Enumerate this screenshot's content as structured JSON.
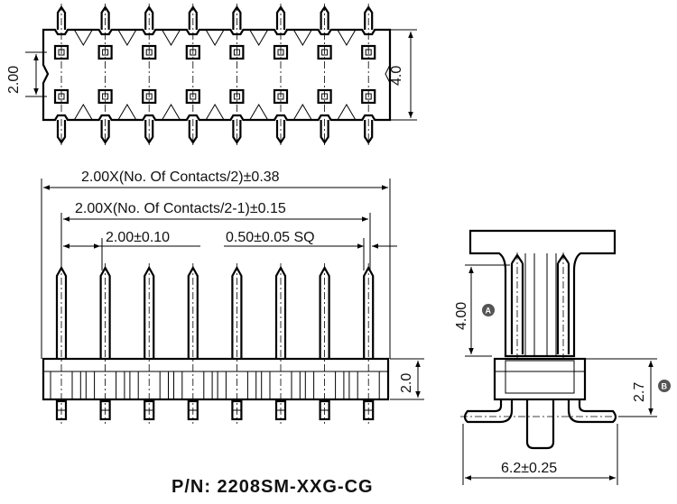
{
  "top_view": {
    "pitch_dim": "2.00",
    "height_dim": "4.0"
  },
  "front_view": {
    "overall_dim": "2.00X(No. Of Contacts/2)±0.38",
    "span_dim": "2.00X(No. Of Contacts/2-1)±0.15",
    "pitch_dim": "2.00±0.10",
    "pin_dim": "0.50±0.05 SQ",
    "body_height_dim": "2.0"
  },
  "side_view": {
    "pin_length_dim": "4.00",
    "pin_length_badge": "A",
    "body_height_dim": "2.7",
    "body_height_badge": "B",
    "width_dim": "6.2±0.25"
  },
  "part_number": "P/N: 2208SM-XXG-CG"
}
